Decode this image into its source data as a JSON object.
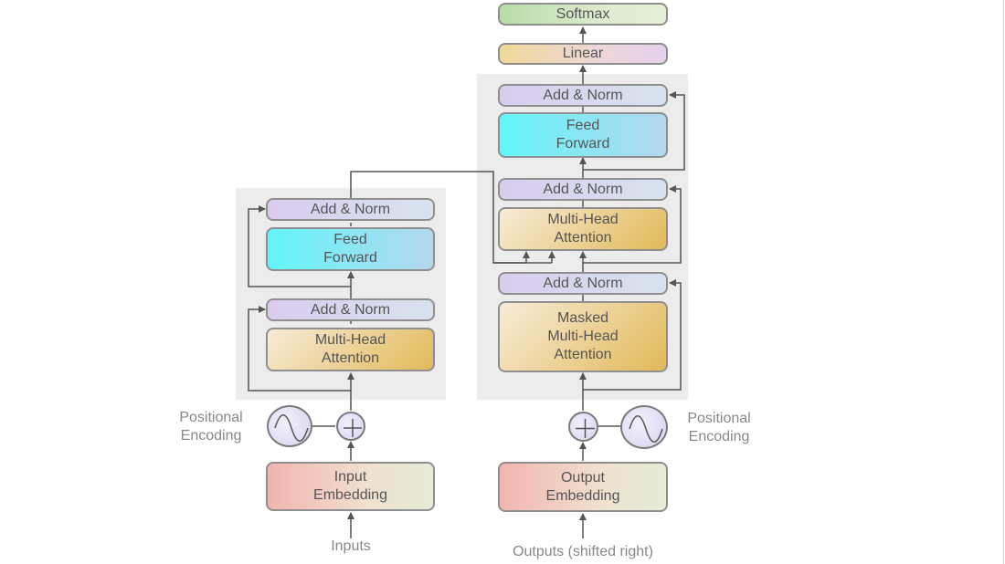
{
  "encoder": {
    "add_norm_1": "Add & Norm",
    "feed_forward": "Feed\nForward",
    "add_norm_2": "Add & Norm",
    "attention": "Multi-Head\nAttention",
    "embedding": "Input\nEmbedding",
    "positional_encoding": "Positional\nEncoding",
    "input_label": "Inputs"
  },
  "decoder": {
    "softmax": "Softmax",
    "linear": "Linear",
    "add_norm_top": "Add & Norm",
    "feed_forward": "Feed\nForward",
    "add_norm_mid": "Add & Norm",
    "attention": "Multi-Head\nAttention",
    "add_norm_bottom": "Add & Norm",
    "masked_attention": "Masked\nMulti-Head\nAttention",
    "embedding": "Output\nEmbedding",
    "positional_encoding": "Positional\nEncoding",
    "output_label": "Outputs (shifted right)"
  },
  "colors": {
    "block_background": "#ececec",
    "add_norm": "#d9cdee",
    "feed_forward": "#63f5fa",
    "attention": "#ecd092",
    "embedding": "#f2b4b0",
    "softmax": "#b9dca8",
    "linear": "#f0d998",
    "arrow": "#555555"
  },
  "icons": {
    "positional_encoding": "sine-wave-icon",
    "addition": "plus-icon"
  }
}
